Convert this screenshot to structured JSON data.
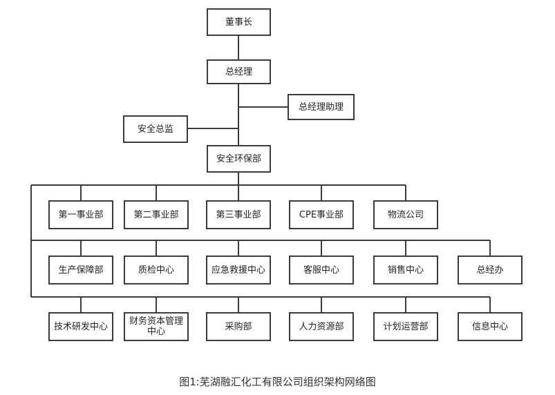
{
  "nodes": {
    "chairman": "董事长",
    "gm": "总经理",
    "gm_assistant": "总经理助理",
    "safety_director": "安全总监",
    "safety_env_dept": "安全环保部",
    "row1": [
      "第一事业部",
      "第二事业部",
      "第三事业部",
      "CPE事业部",
      "物流公司"
    ],
    "row2": [
      "生产保障部",
      "质检中心",
      "应急救援中心",
      "客服中心",
      "销售中心",
      "总经办"
    ],
    "row3": [
      "技术研发中心",
      "财务资本管理中心",
      "采购部",
      "人力资源部",
      "计划运营部",
      "信息中心"
    ]
  },
  "caption": "图1:芜湖融汇化工有限公司组织架构网络图"
}
